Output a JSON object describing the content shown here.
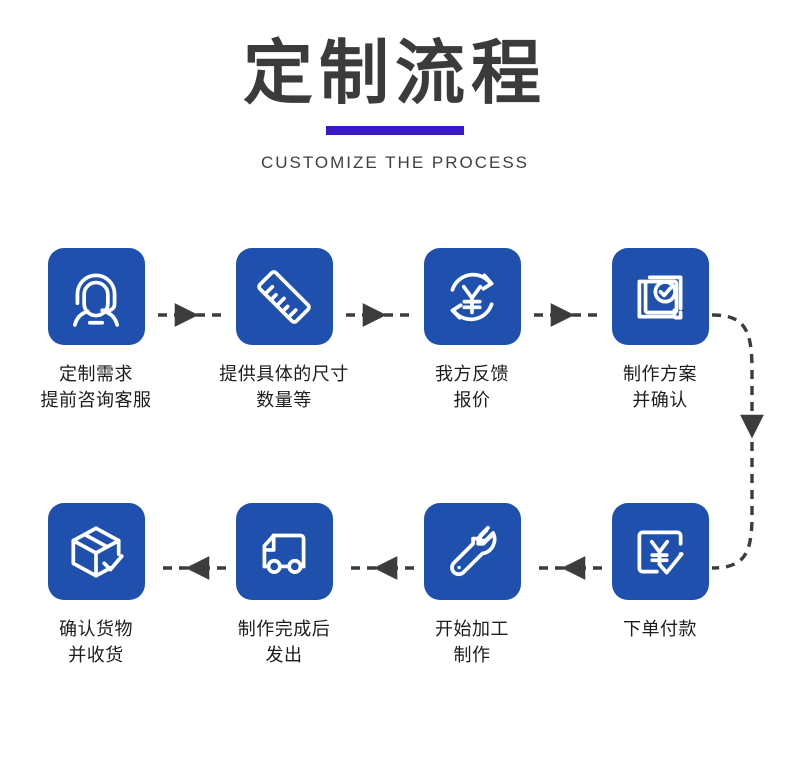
{
  "header": {
    "title": "定制流程",
    "subtitle": "CUSTOMIZE THE PROCESS",
    "accent_color": "#3a18c4",
    "title_color": "#3b3b3b"
  },
  "theme": {
    "tile_color": "#1f50ad",
    "icon_color": "#ffffff",
    "connector_color": "#3c3c3c",
    "background": "#ffffff"
  },
  "flow": {
    "row1": [
      {
        "index": "1",
        "icon": "customer-service-headset-icon",
        "caption": "定制需求\n提前咨询客服"
      },
      {
        "index": "2",
        "icon": "ruler-icon",
        "caption": "提供具体的尺寸\n数量等"
      },
      {
        "index": "3",
        "icon": "yuan-refresh-quote-icon",
        "caption": "我方反馈\n报价"
      },
      {
        "index": "4",
        "icon": "documents-check-icon",
        "caption": "制作方案\n并确认"
      }
    ],
    "row2": [
      {
        "index": "8",
        "icon": "package-box-check-icon",
        "caption": "确认货物\n并收货"
      },
      {
        "index": "7",
        "icon": "delivery-truck-icon",
        "caption": "制作完成后\n发出"
      },
      {
        "index": "6",
        "icon": "wrench-icon",
        "caption": "开始加工\n制作"
      },
      {
        "index": "5",
        "icon": "yuan-payment-check-icon",
        "caption": "下单付款"
      }
    ],
    "connectors": {
      "row1_direction": "left-to-right",
      "row2_direction": "right-to-left",
      "wrap_side": "right",
      "style": "dashed-arrow"
    }
  }
}
